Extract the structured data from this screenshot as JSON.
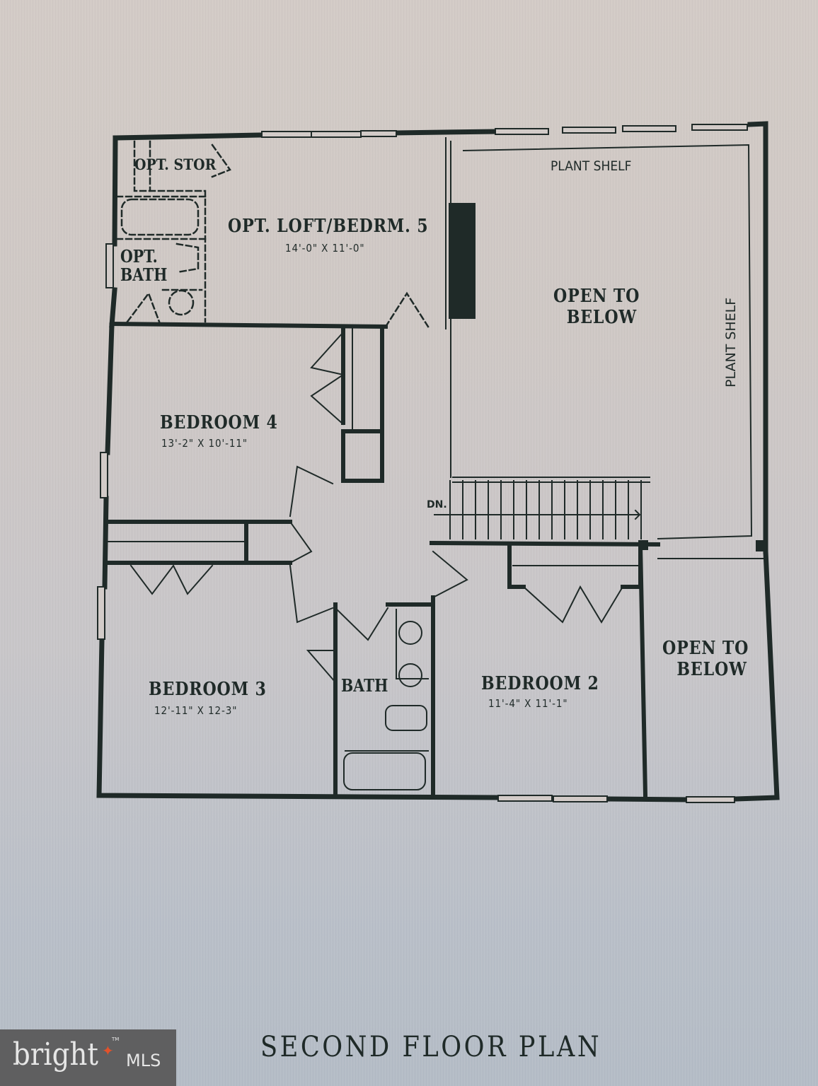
{
  "drawing": {
    "title": "SECOND FLOOR PLAN",
    "rooms": [
      {
        "name": "OPT. LOFT/BEDRM. 5",
        "dimensions": "14'-0\" X 11'-0\""
      },
      {
        "name": "BEDROOM 4",
        "dimensions": "13'-2\" X 10'-11\""
      },
      {
        "name": "BEDROOM 3",
        "dimensions": "12'-11\" X 12-3\""
      },
      {
        "name": "BEDROOM 2",
        "dimensions": "11'-4\" X 11'-1\""
      }
    ],
    "labels": {
      "opt_stor": "OPT. STOR",
      "opt_bath_line1": "OPT.",
      "opt_bath_line2": "BATH",
      "bath": "BATH",
      "plant_shelf_top": "PLANT SHELF",
      "plant_shelf_right": "PLANT SHELF",
      "open_to_below_1_line1": "OPEN TO",
      "open_to_below_1_line2": "BELOW",
      "open_to_below_2_line1": "OPEN TO",
      "open_to_below_2_line2": "BELOW",
      "stairs_down": "DN."
    },
    "colors": {
      "ink": "#1f2a28",
      "paper": "#d0c9c6",
      "logo_bg": "#5f5f60",
      "logo_accent": "#e2522b"
    }
  },
  "watermark": {
    "brand": "bright",
    "suffix": "MLS",
    "trademark": "TM",
    "star": "✦"
  }
}
